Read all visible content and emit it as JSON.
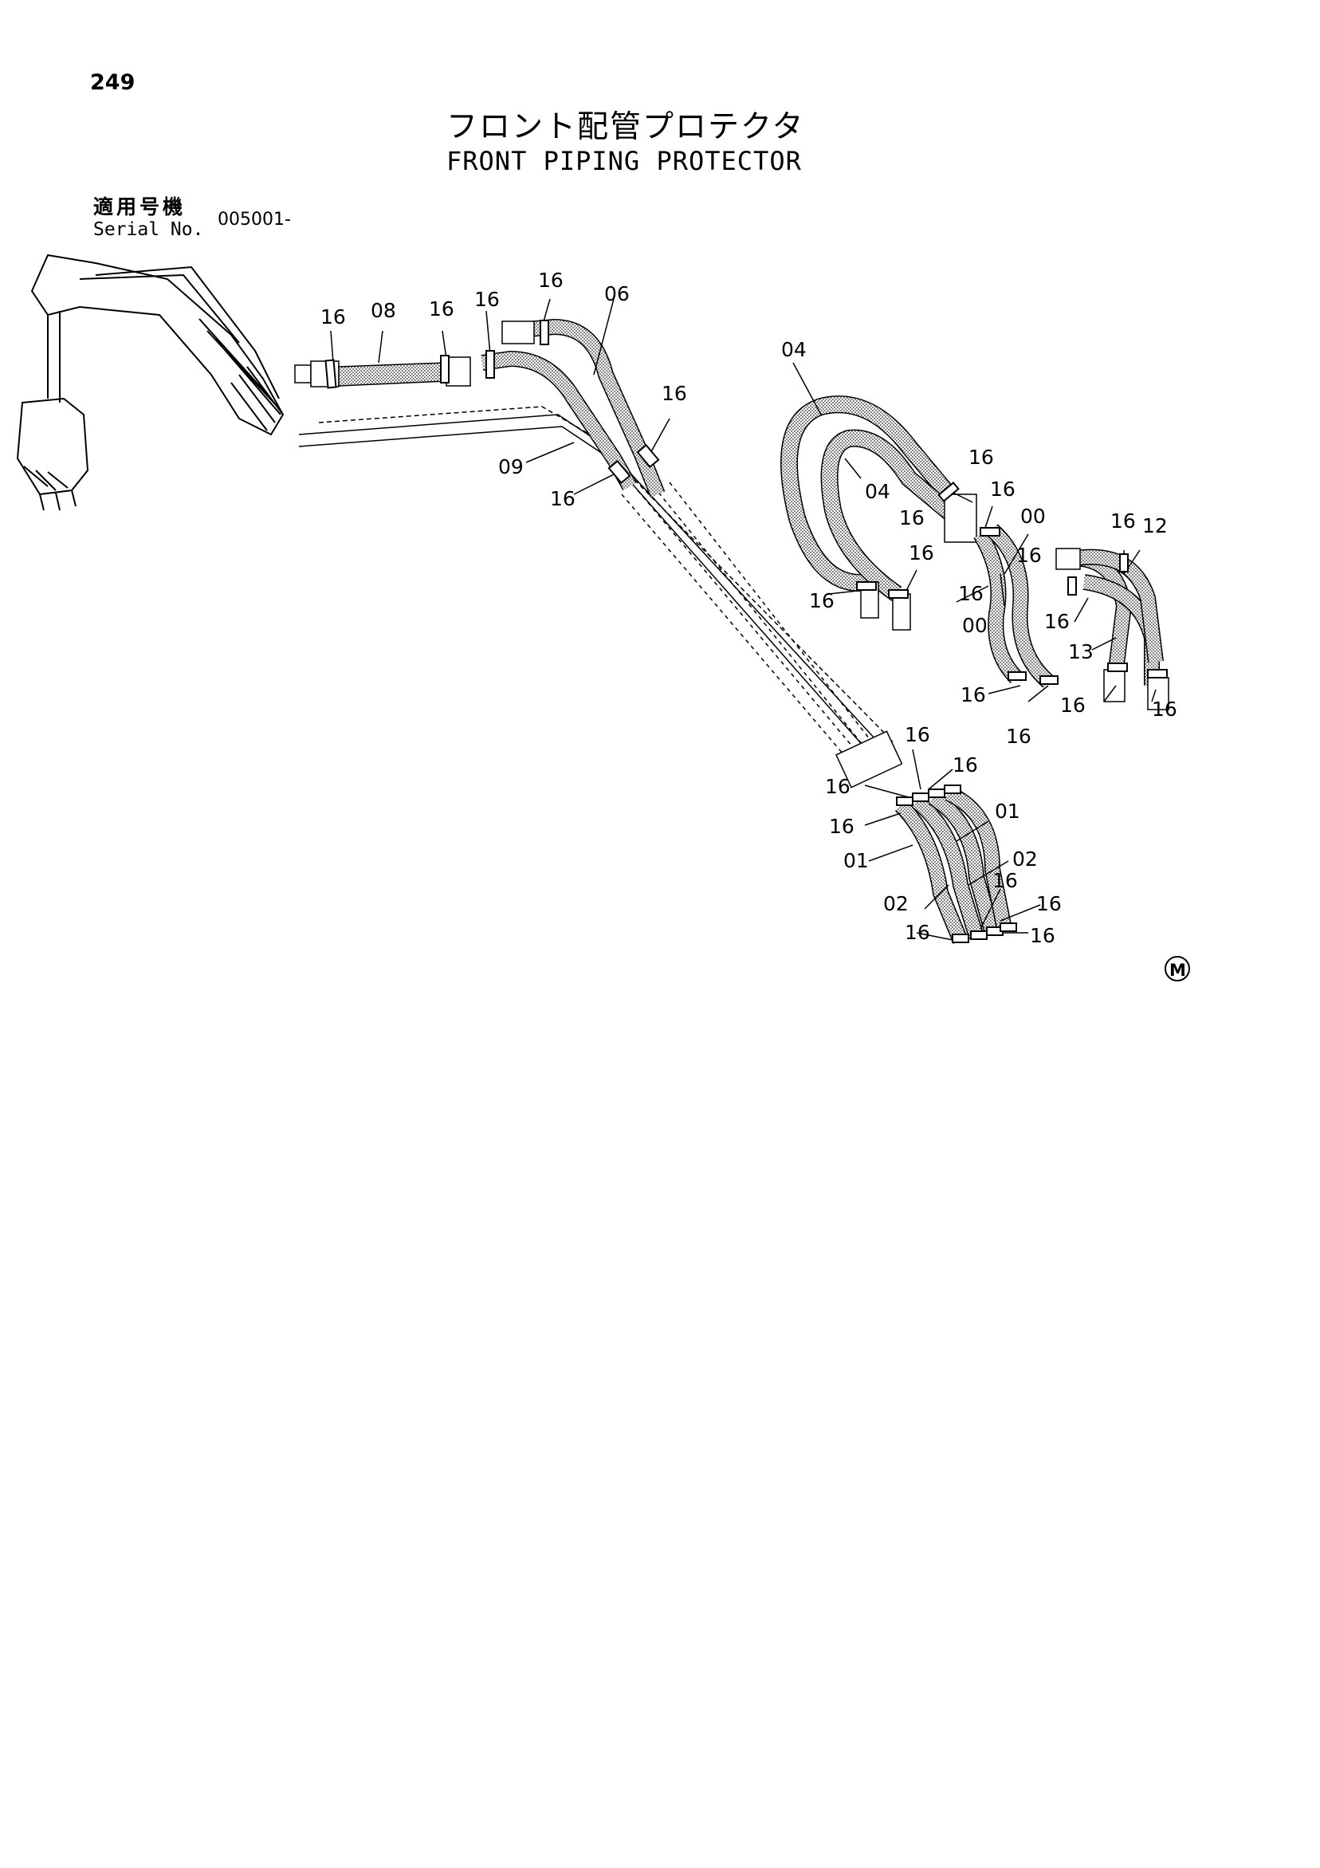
{
  "page_number": "249",
  "title_jp": "フロント配管プロテクタ",
  "title_en": "FRONT PIPING PROTECTOR",
  "serial": {
    "label_jp": "適用号機",
    "label_en": "Serial No.",
    "value": "005001-"
  },
  "callouts": {
    "p00": "00",
    "p01": "01",
    "p02": "02",
    "p04": "04",
    "p06": "06",
    "p08": "08",
    "p09": "09",
    "p12": "12",
    "p13": "13",
    "p16": "16"
  },
  "mark": "M"
}
